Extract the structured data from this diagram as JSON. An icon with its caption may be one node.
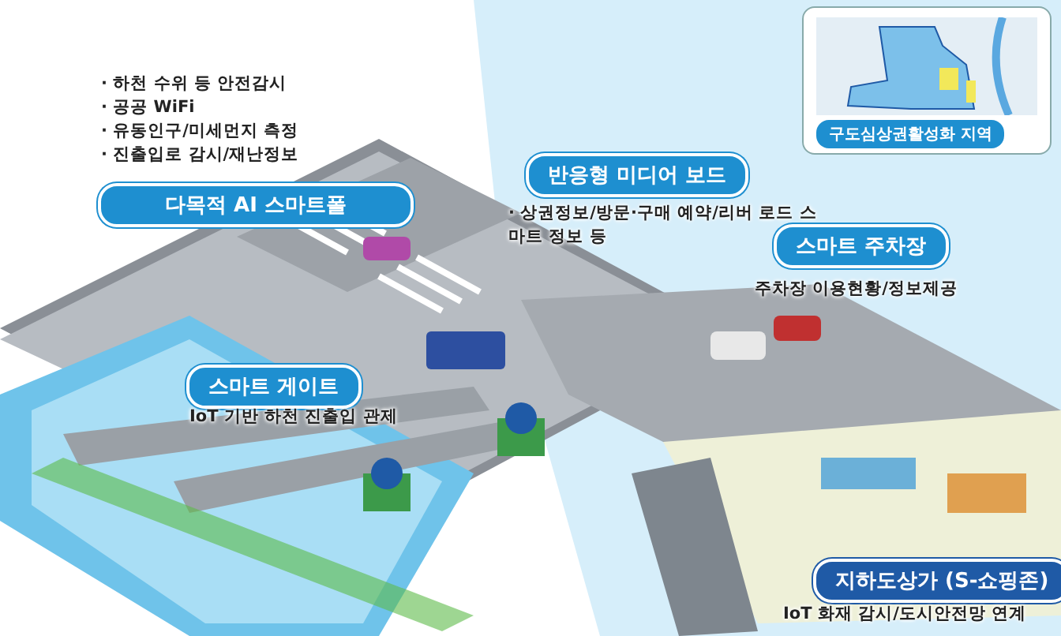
{
  "diagram": {
    "nodes": [
      {
        "text": [
          "다목적 AI 스마트폴"
        ],
        "beside": [
          "· 하천 수위 등 안전감시",
          "· 공공 WiFi",
          "· 유동인구/미세먼지 측정",
          "· 진출입로 감시/재난정보"
        ]
      },
      {
        "text": [
          "반응형 미디어 보드"
        ],
        "beside": [
          "· 상권정보/방문·구매 예약/리버 로드 스마트 정보 등"
        ]
      },
      {
        "text": [
          "스마트 주차장"
        ],
        "beside": [
          "주차장 이용현황/정보제공"
        ]
      },
      {
        "text": [
          "스마트 게이트"
        ],
        "beside": [
          "IoT 기반 하천 진출입 관제"
        ]
      },
      {
        "text": [
          "지하도상가 (S-쇼핑존)"
        ],
        "beside": [
          "IoT 화재 감시/도시안전망 연계"
        ]
      },
      {
        "text": [
          "구도심상권활성화 지역"
        ]
      }
    ],
    "edges": []
  }
}
